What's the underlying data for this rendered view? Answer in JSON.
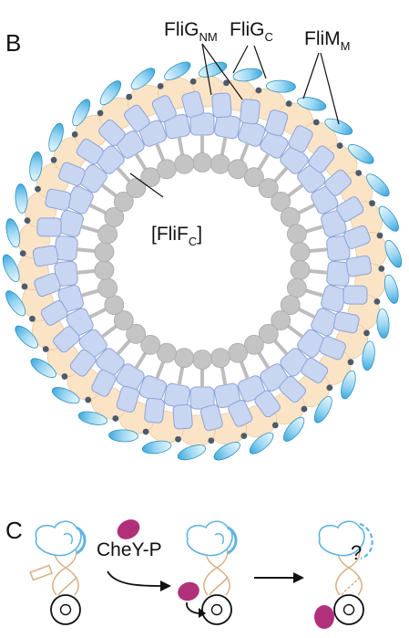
{
  "panel_b": {
    "letter": "B",
    "labels": {
      "fligc_main": "FliG",
      "fligc_sub": "C",
      "flignm_main": "FliG",
      "flignm_sub": "NM",
      "flimm_main": "FliM",
      "flimm_sub": "M",
      "flif_open": "[FliF",
      "flif_sub": "C",
      "flif_close": "]"
    },
    "ring": {
      "subunit_count": 34
    }
  },
  "panel_c": {
    "letter": "C",
    "labels": {
      "chey": "CheY-P",
      "question": "?"
    }
  },
  "colors": {
    "blue_fill": "#c9d6f2",
    "blue_stroke": "#8fa3d6",
    "peach_fill": "#fbe4c6",
    "peach_stroke": "#e6c9a0",
    "grey_ball": "#c4c4c4",
    "cyan_light": "#e8f7fd",
    "cyan_dark": "#3fa9dd",
    "magenta": "#b0307a",
    "outline_blue": "#5fb4e2",
    "tan": "#d7b184"
  }
}
